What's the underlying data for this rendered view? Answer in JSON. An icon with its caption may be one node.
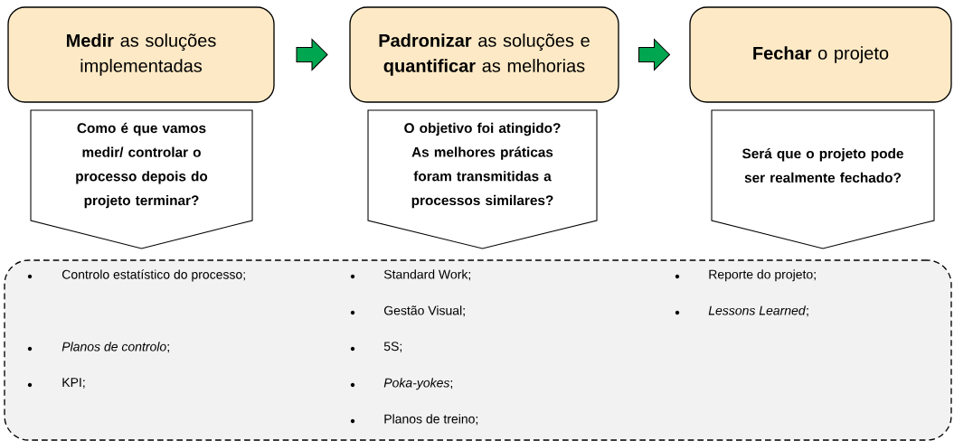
{
  "diagram": {
    "nodes": [
      {
        "text": [
          "**Medir** as soluções implementadas"
        ]
      },
      {
        "text": [
          "**Padronizar** as soluções e **quantificar** as melhorias"
        ]
      },
      {
        "text": [
          "**Fechar** o projeto"
        ]
      },
      {
        "text": [
          "Como é que vamos medir/ controlar o processo depois do projeto terminar?"
        ]
      },
      {
        "text": [
          "O objetivo foi atingido? As melhores práticas foram transmitidas a processos similares?"
        ]
      },
      {
        "text": [
          "Será que o projeto pode ser realmente fechado?"
        ]
      },
      {
        "text": [
          "Controlo estatístico do processo;",
          "*Planos de controlo*;",
          "KPI;",
          "Standard Work;",
          "Gestão Visual;",
          "5S;",
          "*Poka-yokes*;",
          "Planos de treino;",
          "Reporte do projeto;",
          "*Lessons Learned*;"
        ]
      }
    ],
    "edges": [
      {
        "from": 0,
        "to": 1,
        "arrow": "to"
      },
      {
        "from": 1,
        "to": 2,
        "arrow": "to"
      }
    ]
  }
}
